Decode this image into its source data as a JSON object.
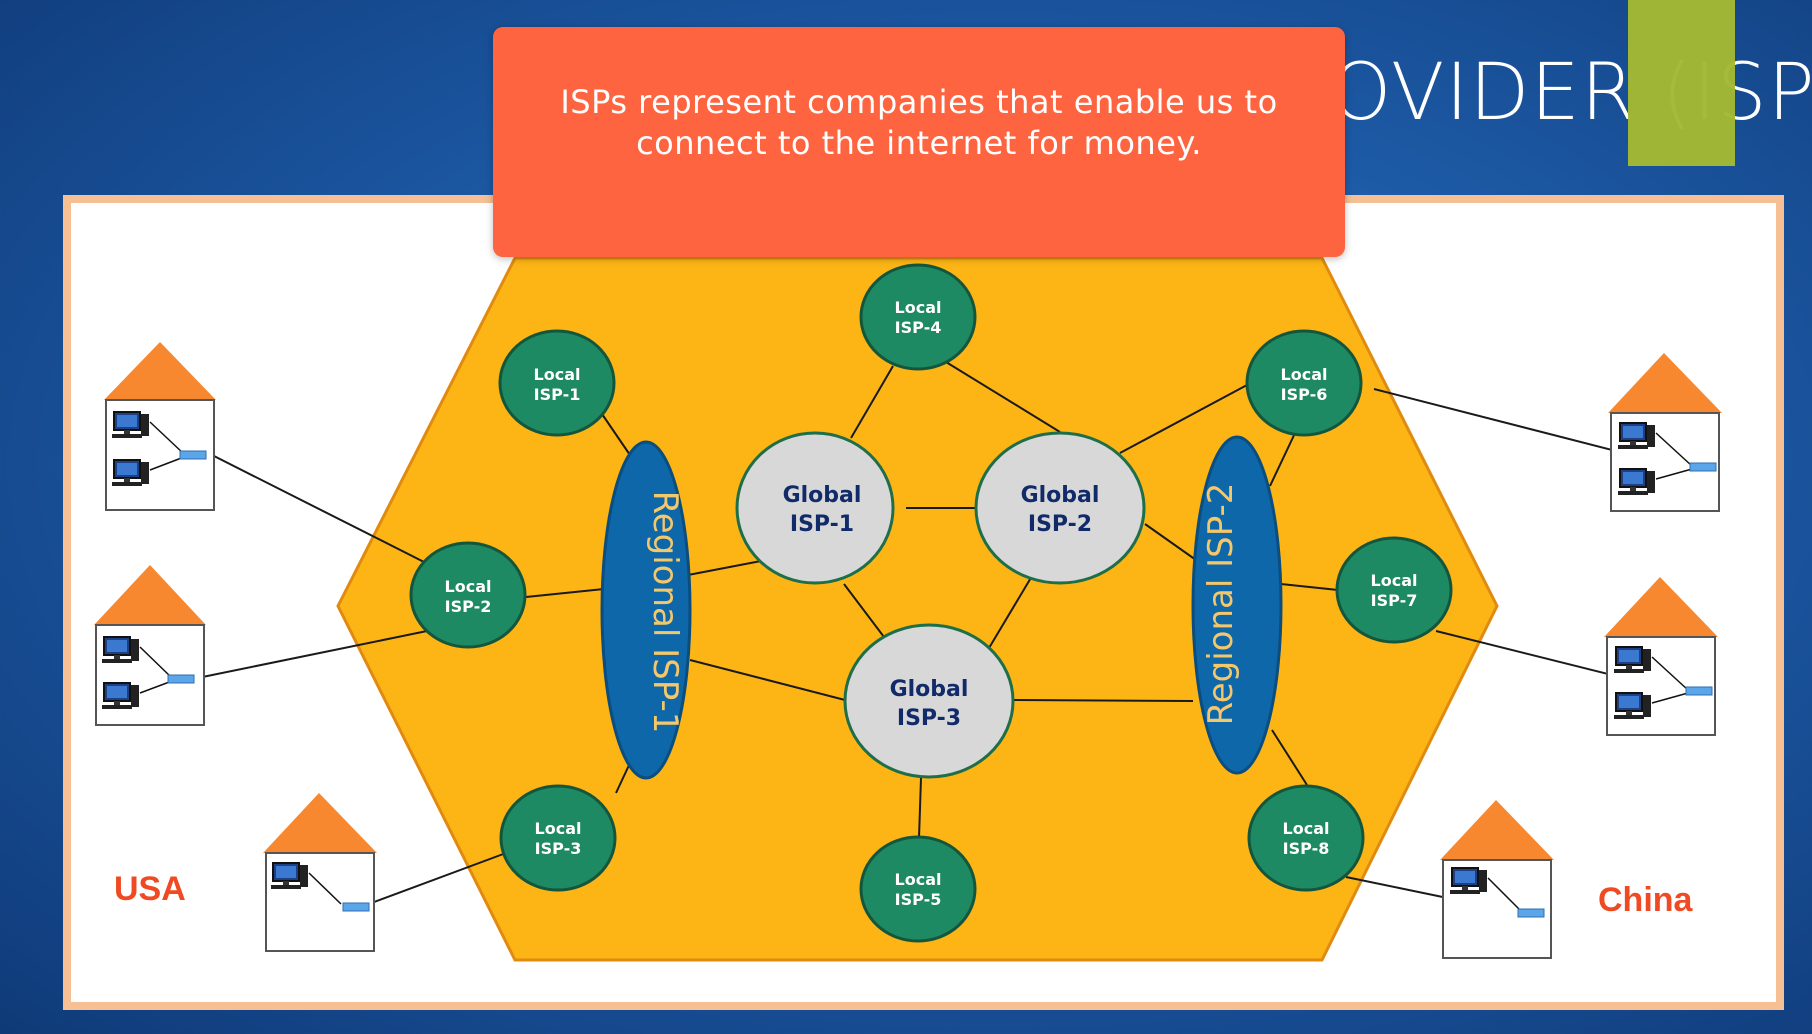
{
  "slide": {
    "title": "OVIDER (ISP)",
    "callout": "ISPs represent companies that enable us to connect to the internet for money."
  },
  "regions": {
    "left": "USA",
    "right": "China"
  },
  "global_isps": [
    {
      "id": "g1",
      "line1": "Global",
      "line2": "ISP-1"
    },
    {
      "id": "g2",
      "line1": "Global",
      "line2": "ISP-2"
    },
    {
      "id": "g3",
      "line1": "Global",
      "line2": "ISP-3"
    }
  ],
  "regional_isps": [
    {
      "id": "r1",
      "label": "Regional ISP-1"
    },
    {
      "id": "r2",
      "label": "Regional ISP-2"
    }
  ],
  "local_isps": [
    {
      "id": "l1",
      "line1": "Local",
      "line2": "ISP-1"
    },
    {
      "id": "l2",
      "line1": "Local",
      "line2": "ISP-2"
    },
    {
      "id": "l3",
      "line1": "Local",
      "line2": "ISP-3"
    },
    {
      "id": "l4",
      "line1": "Local",
      "line2": "ISP-4"
    },
    {
      "id": "l5",
      "line1": "Local",
      "line2": "ISP-5"
    },
    {
      "id": "l6",
      "line1": "Local",
      "line2": "ISP-6"
    },
    {
      "id": "l7",
      "line1": "Local",
      "line2": "ISP-7"
    },
    {
      "id": "l8",
      "line1": "Local",
      "line2": "ISP-8"
    }
  ],
  "colors": {
    "hexagon": "#fdb515",
    "local_node": "#1e8a63",
    "global_node": "#d8d8d8",
    "regional_node": "#0e67a8",
    "regional_text": "#f3c76b",
    "global_text": "#112a6a",
    "region_label": "#ef4a22",
    "house_roof": "#f7882f",
    "router": "#5aa6e8"
  }
}
